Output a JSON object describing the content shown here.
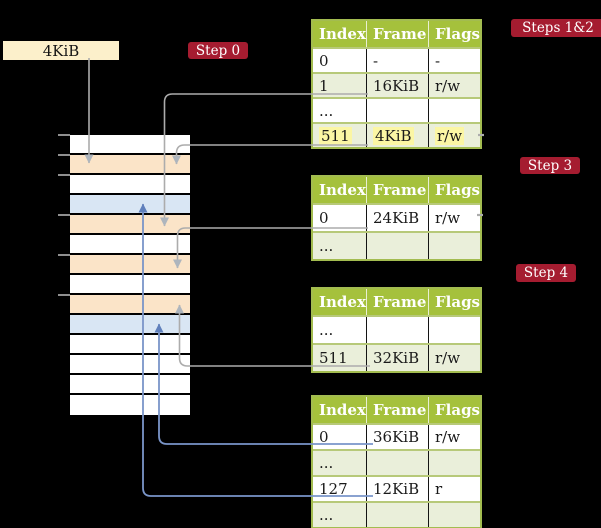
{
  "title": "page-table-walk-diagram",
  "colors": {
    "background": "#000000",
    "badge_red": "#A51C30",
    "table_header_green": "#A5C13C",
    "table_border_green": "#A3BC50",
    "row_separator_green": "#B7C979",
    "row_shaded_green": "#EAEFDA",
    "highlight_yellow": "#FBF6A4",
    "memory_frame_orange": "#FBE4C8",
    "memory_frame_blue": "#D9E6F4",
    "legend_cream": "#FCF0CB",
    "arrow_gray": "#ACACAC",
    "arrow_blue": "#7A95C9"
  },
  "legend": {
    "label": "4KiB"
  },
  "badges": {
    "step0": "Step 0",
    "steps12": "Steps 1&2",
    "step3": "Step 3",
    "step4": "Step 4"
  },
  "tables": [
    {
      "headers": [
        "Index",
        "Frame",
        "Flags"
      ],
      "rows": [
        {
          "cells": [
            "0",
            "-",
            "-"
          ]
        },
        {
          "cells": [
            "1",
            "16KiB",
            "r/w"
          ]
        },
        {
          "cells": [
            "...",
            "",
            ""
          ]
        },
        {
          "cells": [
            "511",
            "4KiB",
            "r/w"
          ],
          "highlighted": true
        }
      ]
    },
    {
      "headers": [
        "Index",
        "Frame",
        "Flags"
      ],
      "rows": [
        {
          "cells": [
            "0",
            "24KiB",
            "r/w"
          ]
        },
        {
          "cells": [
            "...",
            "",
            ""
          ]
        }
      ]
    },
    {
      "headers": [
        "Index",
        "Frame",
        "Flags"
      ],
      "rows": [
        {
          "cells": [
            "...",
            "",
            ""
          ]
        },
        {
          "cells": [
            "511",
            "32KiB",
            "r/w"
          ]
        }
      ]
    },
    {
      "headers": [
        "Index",
        "Frame",
        "Flags"
      ],
      "rows": [
        {
          "cells": [
            "0",
            "36KiB",
            "r/w"
          ]
        },
        {
          "cells": [
            "...",
            "",
            ""
          ]
        },
        {
          "cells": [
            "127",
            "12KiB",
            "r"
          ]
        },
        {
          "cells": [
            "...",
            "",
            ""
          ]
        }
      ]
    }
  ],
  "memory": {
    "row_colors": [
      "white",
      "orange",
      "white",
      "blue",
      "orange",
      "white",
      "orange",
      "white",
      "orange",
      "blue",
      "white",
      "white",
      "white",
      "white"
    ]
  }
}
